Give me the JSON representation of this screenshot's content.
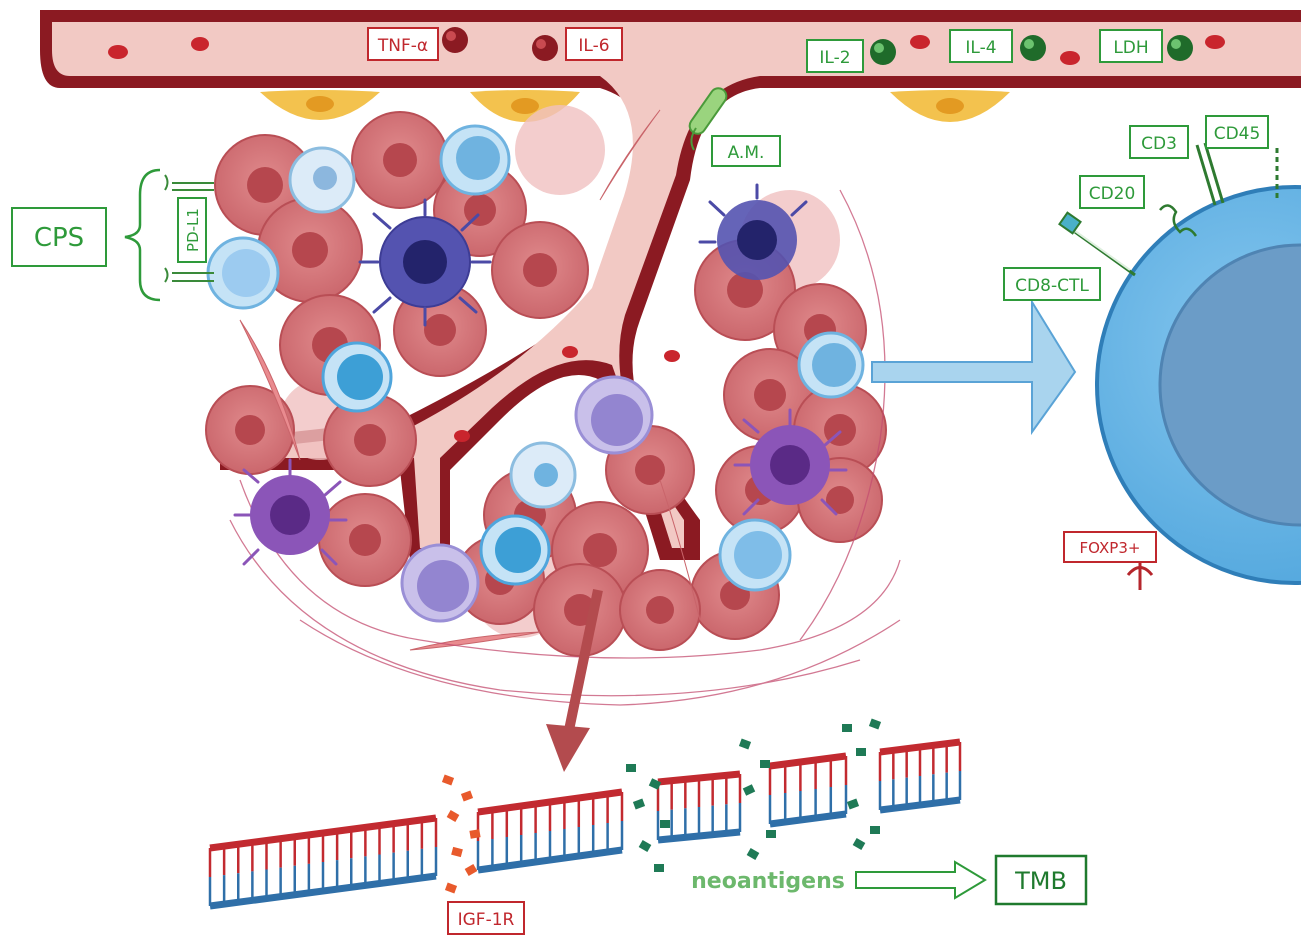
{
  "labels": {
    "tnf": "TNF-α",
    "il6": "IL-6",
    "il2": "IL-2",
    "il4": "IL-4",
    "ldh": "LDH",
    "am": "A.M.",
    "cps": "CPS",
    "pdl1": "PD-L1",
    "cd3": "CD3",
    "cd45": "CD45",
    "cd20": "CD20",
    "cd8": "CD8-CTL",
    "foxp3": "FOXP3+",
    "igf": "IGF-1R",
    "neo": "neoantigens",
    "tmb": "TMB"
  },
  "colors": {
    "vessel_dark": "#8b1a22",
    "vessel_light": "#f2c9c4",
    "label_red": "#c0272d",
    "label_green": "#2e9a3a",
    "green_dark": "#1f7a2e",
    "tumor": "#cf6f72",
    "tumor_dark": "#b94e55",
    "tcell_light": "#a9d4f2",
    "tcell_blue": "#3d9fd6",
    "purple": "#6a3a9a",
    "lavender": "#b3a8df",
    "dna_red": "#c22a30",
    "dna_blue": "#2f6fa8",
    "arrow_blue": "#a9d4ee"
  }
}
